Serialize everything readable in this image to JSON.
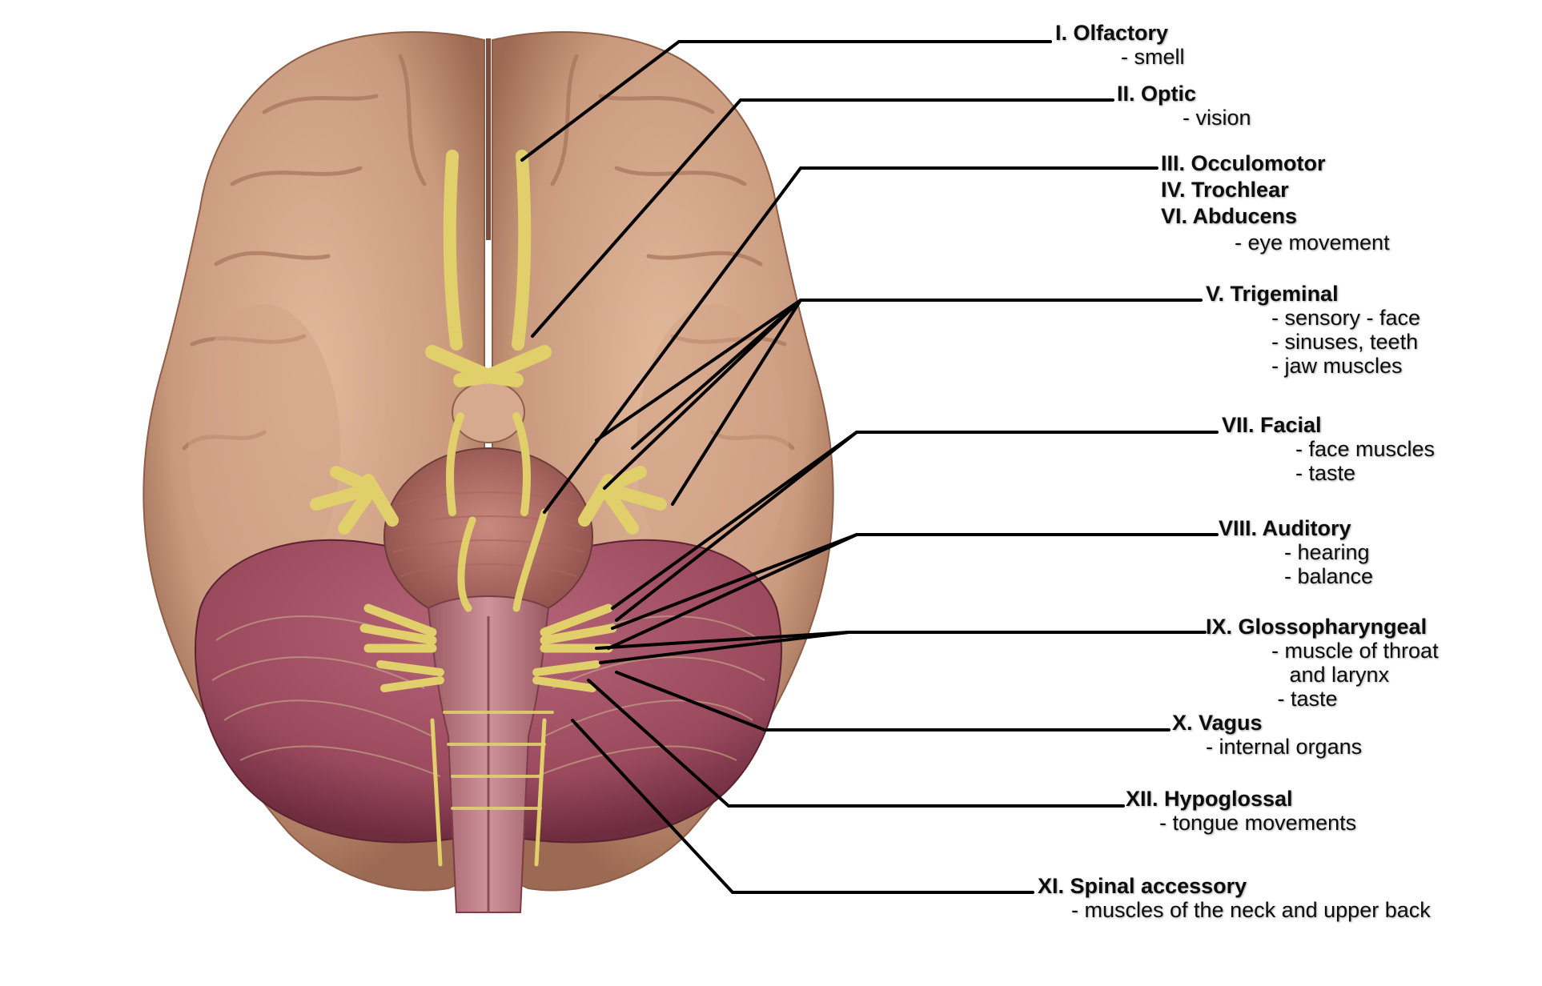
{
  "colors": {
    "brain": "#c99a7e",
    "brain_dark": "#9c6a52",
    "brain_light": "#e6c3a8",
    "cerebellum": "#9b4a5e",
    "cerebellum_dark": "#6e2c3f",
    "brainstem": "#b5707a",
    "nerve": "#e0cf6a",
    "nerve_dark": "#b8a53f",
    "leader": "#000000",
    "background": "#ffffff"
  },
  "nerves": [
    {
      "id": "olfactory",
      "name": "I. Olfactory",
      "functions": [
        "- smell"
      ]
    },
    {
      "id": "optic",
      "name": "II. Optic",
      "functions": [
        "- vision"
      ]
    },
    {
      "id": "eye-movement",
      "names": [
        "III. Occulomotor",
        "IV. Trochlear",
        "VI. Abducens"
      ],
      "functions": [
        "- eye movement"
      ]
    },
    {
      "id": "trigeminal",
      "name": "V. Trigeminal",
      "functions": [
        "- sensory - face",
        " - sinuses, teeth",
        " - jaw muscles"
      ]
    },
    {
      "id": "facial",
      "name": "VII. Facial",
      "functions": [
        "- face muscles",
        "- taste"
      ]
    },
    {
      "id": "auditory",
      "name": "VIII. Auditory",
      "functions": [
        "- hearing",
        " - balance"
      ]
    },
    {
      "id": "glossopharyngeal",
      "name": "IX. Glossopharyngeal",
      "functions": [
        "- muscle of throat",
        "   and larynx",
        " - taste"
      ]
    },
    {
      "id": "vagus",
      "name": "X. Vagus",
      "functions": [
        "- internal organs"
      ]
    },
    {
      "id": "hypoglossal",
      "name": "XII. Hypoglossal",
      "functions": [
        "- tongue movements"
      ]
    },
    {
      "id": "spinal-accessory",
      "name": "XI. Spinal accessory",
      "functions": [
        "- muscles of the neck and upper back"
      ]
    }
  ]
}
